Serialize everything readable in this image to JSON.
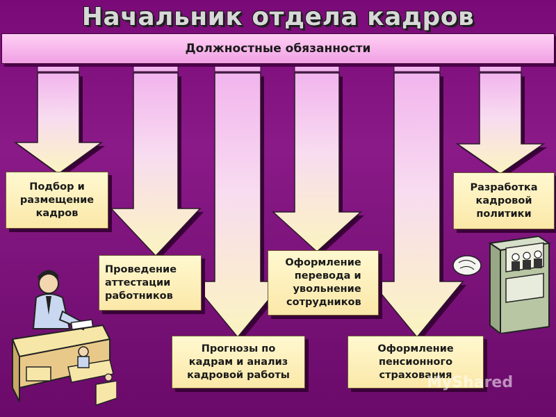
{
  "title": "Начальник отдела кадров",
  "header": {
    "label": "Должностные обязанности"
  },
  "duties": [
    {
      "id": "recruitment",
      "label": "Подбор и\nразмещение\nкадров"
    },
    {
      "id": "attestation",
      "label": "Проведение\nаттестации\nработников"
    },
    {
      "id": "forecast",
      "label": "Прогнозы по\nкадрам и анализ\nкадровой работы"
    },
    {
      "id": "transfer",
      "label": "Оформление\nперевода и\nувольнение\nсотрудников"
    },
    {
      "id": "pension",
      "label": "Оформление\nпенсионного\nстрахования"
    },
    {
      "id": "policy",
      "label": "Разработка\nкадровой\nполитики"
    }
  ],
  "watermark": "MyShared",
  "colors": {
    "background": "#7a0a78",
    "header_bar": "#f6b4ea",
    "box_fill": "#fdf0b8",
    "arrow_fill": "#fbf4c0",
    "arrow_top": "#f2b4ee"
  },
  "icons": [
    "manager-at-desk-clipart",
    "file-cabinet-clipart"
  ]
}
